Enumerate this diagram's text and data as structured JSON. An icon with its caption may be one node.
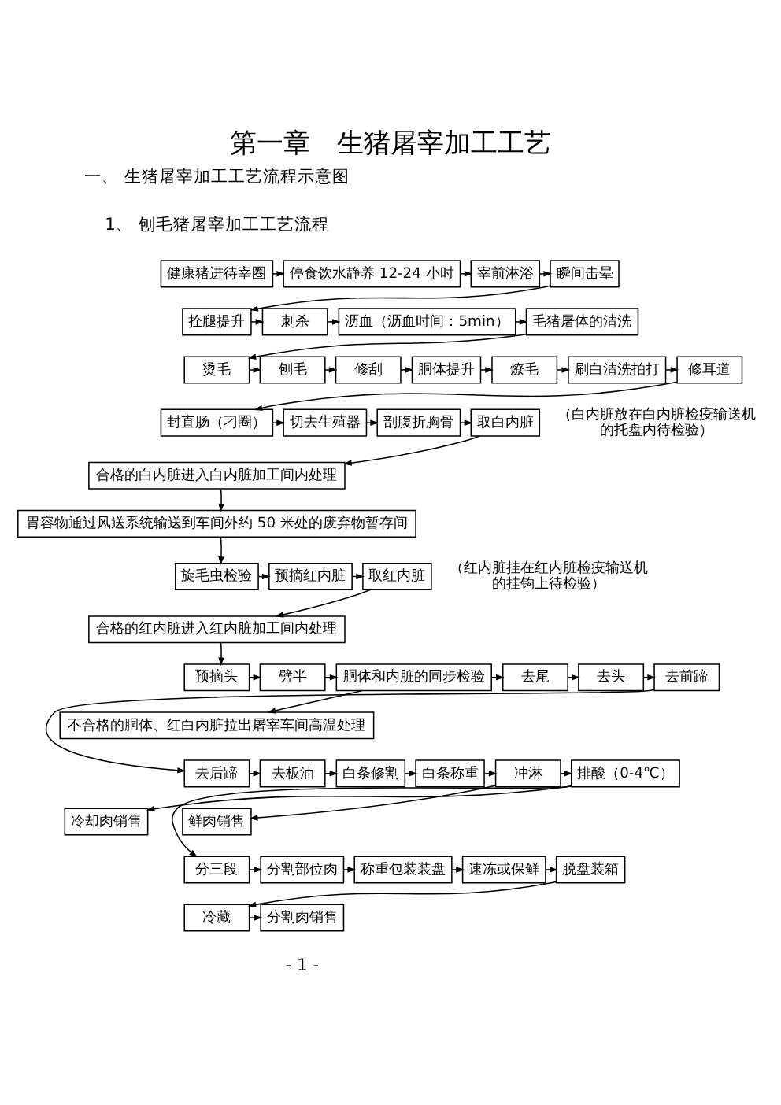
{
  "diagram": {
    "title": "第一章　生猪屠宰加工工艺",
    "nodes": [
      {
        "text": [
          "健康猪进待宰圈"
        ]
      },
      {
        "text": [
          "停食饮水静养 12-24 小时"
        ]
      },
      {
        "text": [
          "宰前淋浴"
        ]
      },
      {
        "text": [
          "瞬间击晕"
        ]
      },
      {
        "text": [
          "拴腿提升"
        ]
      },
      {
        "text": [
          "刺杀"
        ]
      },
      {
        "text": [
          "沥血（沥血时间：5min）"
        ]
      },
      {
        "text": [
          "毛猪屠体的清洗"
        ]
      },
      {
        "text": [
          "烫毛"
        ]
      },
      {
        "text": [
          "刨毛"
        ]
      },
      {
        "text": [
          "修刮"
        ]
      },
      {
        "text": [
          "胴体提升"
        ]
      },
      {
        "text": [
          "燎毛"
        ]
      },
      {
        "text": [
          "刷白清洗拍打"
        ]
      },
      {
        "text": [
          "修耳道"
        ]
      },
      {
        "text": [
          "封直肠（刁圈）"
        ]
      },
      {
        "text": [
          "切去生殖器"
        ]
      },
      {
        "text": [
          "剖腹折胸骨"
        ]
      },
      {
        "text": [
          "取白内脏"
        ],
        "beside": [
          "（白内脏放在白内脏检疫输送机的托盘内待检验）"
        ]
      },
      {
        "text": [
          "合格的白内脏进入白内脏加工间内处理"
        ]
      },
      {
        "text": [
          "胃容物通过风送系统输送到车间外约 50 米处的废弃物暂存间"
        ]
      },
      {
        "text": [
          "旋毛虫检验"
        ]
      },
      {
        "text": [
          "预摘红内脏"
        ]
      },
      {
        "text": [
          "取红内脏"
        ],
        "beside": [
          "（红内脏挂在红内脏检疫输送机的挂钩上待检验）"
        ]
      },
      {
        "text": [
          "合格的红内脏进入红内脏加工间内处理"
        ]
      },
      {
        "text": [
          "预摘头"
        ]
      },
      {
        "text": [
          "劈半"
        ]
      },
      {
        "text": [
          "胴体和内脏的同步检验"
        ]
      },
      {
        "text": [
          "去尾"
        ]
      },
      {
        "text": [
          "去头"
        ]
      },
      {
        "text": [
          "去前蹄"
        ]
      },
      {
        "text": [
          "不合格的胴体、红白内脏拉出屠宰车间高温处理"
        ]
      },
      {
        "text": [
          "去后蹄"
        ]
      },
      {
        "text": [
          "去板油"
        ]
      },
      {
        "text": [
          "白条修割"
        ]
      },
      {
        "text": [
          "白条称重"
        ]
      },
      {
        "text": [
          "冲淋"
        ]
      },
      {
        "text": [
          "排酸（0-4℃）"
        ]
      },
      {
        "text": [
          "鲜肉销售"
        ]
      },
      {
        "text": [
          "冷却肉销售"
        ]
      },
      {
        "text": [
          "分三段"
        ]
      },
      {
        "text": [
          "分割部位肉"
        ]
      },
      {
        "text": [
          "称重包装装盘"
        ]
      },
      {
        "text": [
          "速冻或保鲜"
        ]
      },
      {
        "text": [
          "脱盘装箱"
        ]
      },
      {
        "text": [
          "冷藏"
        ]
      },
      {
        "text": [
          "分割肉销售"
        ]
      }
    ],
    "edges": [
      {
        "from": 0,
        "to": 1,
        "arrow": "to"
      },
      {
        "from": 1,
        "to": 2,
        "arrow": "to"
      },
      {
        "from": 2,
        "to": 3,
        "arrow": "to"
      },
      {
        "from": 3,
        "to": 4,
        "arrow": "to"
      },
      {
        "from": 4,
        "to": 5,
        "arrow": "to"
      },
      {
        "from": 5,
        "to": 6,
        "arrow": "to"
      },
      {
        "from": 6,
        "to": 7,
        "arrow": "to"
      },
      {
        "from": 7,
        "to": 8,
        "arrow": "to"
      },
      {
        "from": 8,
        "to": 9,
        "arrow": "to"
      },
      {
        "from": 9,
        "to": 10,
        "arrow": "to"
      },
      {
        "from": 10,
        "to": 11,
        "arrow": "to"
      },
      {
        "from": 11,
        "to": 12,
        "arrow": "to"
      },
      {
        "from": 12,
        "to": 13,
        "arrow": "to"
      },
      {
        "from": 13,
        "to": 14,
        "arrow": "to"
      },
      {
        "from": 14,
        "to": 15,
        "arrow": "to"
      },
      {
        "from": 15,
        "to": 16,
        "arrow": "to"
      },
      {
        "from": 16,
        "to": 17,
        "arrow": "to"
      },
      {
        "from": 17,
        "to": 18,
        "arrow": "to"
      },
      {
        "from": 18,
        "to": 19,
        "arrow": "to"
      },
      {
        "from": 19,
        "to": 20,
        "arrow": "to"
      },
      {
        "from": 20,
        "to": 21,
        "arrow": "to"
      },
      {
        "from": 21,
        "to": 22,
        "arrow": "to"
      },
      {
        "from": 22,
        "to": 23,
        "arrow": "to"
      },
      {
        "from": 23,
        "to": 24,
        "arrow": "to"
      },
      {
        "from": 24,
        "to": 25,
        "arrow": "to"
      },
      {
        "from": 25,
        "to": 26,
        "arrow": "to"
      },
      {
        "from": 26,
        "to": 27,
        "arrow": "to"
      },
      {
        "from": 27,
        "to": 28,
        "arrow": "to"
      },
      {
        "from": 28,
        "to": 29,
        "arrow": "to"
      },
      {
        "from": 29,
        "to": 30,
        "arrow": "to"
      },
      {
        "from": 27,
        "to": 31,
        "arrow": "to"
      },
      {
        "from": 30,
        "to": 32,
        "arrow": "to"
      },
      {
        "from": 32,
        "to": 33,
        "arrow": "to"
      },
      {
        "from": 33,
        "to": 34,
        "arrow": "to"
      },
      {
        "from": 34,
        "to": 35,
        "arrow": "to"
      },
      {
        "from": 35,
        "to": 36,
        "arrow": "to"
      },
      {
        "from": 36,
        "to": 37,
        "arrow": "to"
      },
      {
        "from": 36,
        "to": 38,
        "arrow": "to"
      },
      {
        "from": 37,
        "to": 39,
        "arrow": "to"
      },
      {
        "from": 37,
        "to": 40,
        "arrow": "to"
      },
      {
        "from": 40,
        "to": 41,
        "arrow": "to"
      },
      {
        "from": 41,
        "to": 42,
        "arrow": "to"
      },
      {
        "from": 42,
        "to": 43,
        "arrow": "to"
      },
      {
        "from": 43,
        "to": 44,
        "arrow": "to"
      },
      {
        "from": 44,
        "to": 45,
        "arrow": "to"
      },
      {
        "from": 45,
        "to": 46,
        "arrow": "to"
      }
    ],
    "labels": [
      "一、 生猪屠宰加工工艺流程示意图",
      "1、 刨毛猪屠宰加工工艺流程",
      "- 1 -"
    ]
  }
}
